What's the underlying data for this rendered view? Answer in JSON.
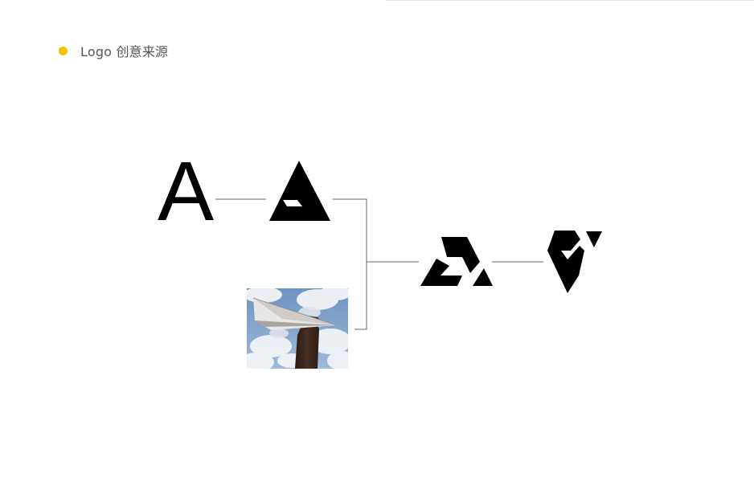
{
  "header": {
    "title": "Logo 创意来源",
    "accent_color": "#f2c500"
  },
  "steps": [
    {
      "name": "letter-a",
      "glyph": "A"
    },
    {
      "name": "mark-stage-1",
      "icon": "triangle-a-mark-icon"
    },
    {
      "name": "paper-plane-photo",
      "icon": "hand-holding-paper-plane-photo"
    },
    {
      "name": "mark-stage-2",
      "icon": "split-triangle-mark-icon"
    },
    {
      "name": "final-logo",
      "icon": "final-v-logo-icon"
    }
  ]
}
